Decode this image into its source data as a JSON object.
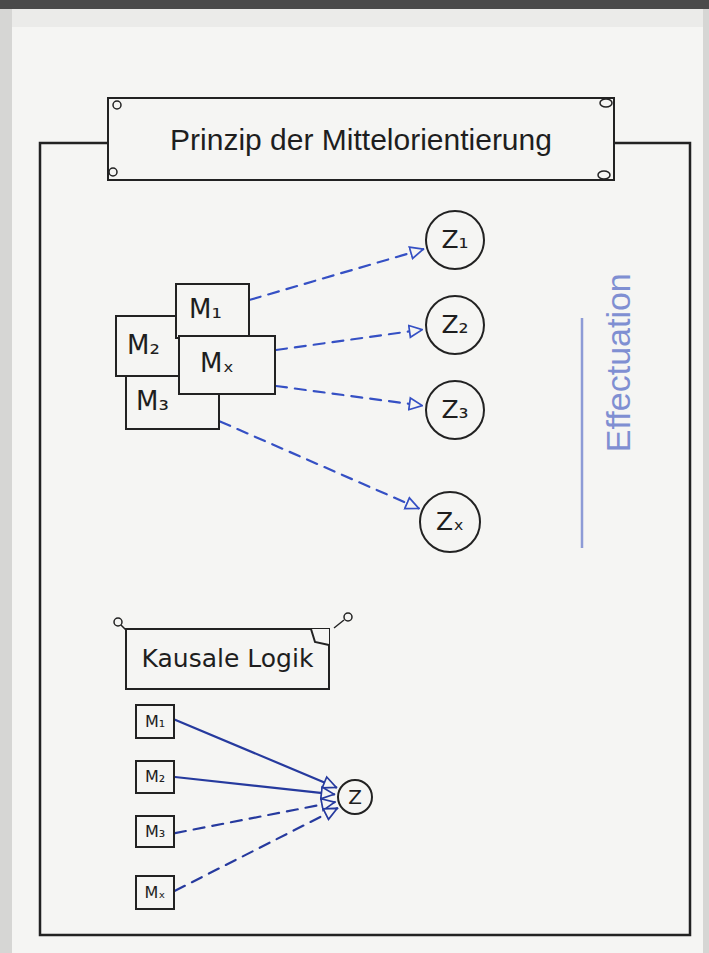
{
  "diagram": {
    "title": "Prinzip der Mittelorientierung",
    "nodes": [
      {
        "text": [
          "M₁"
        ]
      },
      {
        "text": [
          "M₂"
        ]
      },
      {
        "text": [
          "Mₓ"
        ]
      },
      {
        "text": [
          "M₃"
        ]
      },
      {
        "text": [
          "Z₁"
        ]
      },
      {
        "text": [
          "Z₂"
        ]
      },
      {
        "text": [
          "Z₃"
        ]
      },
      {
        "text": [
          "Zₓ"
        ]
      },
      {
        "text": [
          "Kausale Logik"
        ]
      },
      {
        "text": [
          "M₁"
        ]
      },
      {
        "text": [
          "M₂"
        ]
      },
      {
        "text": [
          "M₃"
        ]
      },
      {
        "text": [
          "Mₓ"
        ]
      },
      {
        "text": [
          "Z"
        ]
      }
    ],
    "edges": [
      {
        "from": 0,
        "to": 4,
        "arrow": "to"
      },
      {
        "from": 2,
        "to": 5,
        "arrow": "to"
      },
      {
        "from": 2,
        "to": 6,
        "arrow": "to"
      },
      {
        "from": 3,
        "to": 7,
        "arrow": "to"
      },
      {
        "from": 9,
        "to": 13,
        "arrow": "to"
      },
      {
        "from": 10,
        "to": 13,
        "arrow": "to"
      },
      {
        "from": 11,
        "to": 13,
        "arrow": "to"
      },
      {
        "from": 12,
        "to": 13,
        "arrow": "to"
      }
    ],
    "labels": [
      "Effectuation"
    ]
  }
}
